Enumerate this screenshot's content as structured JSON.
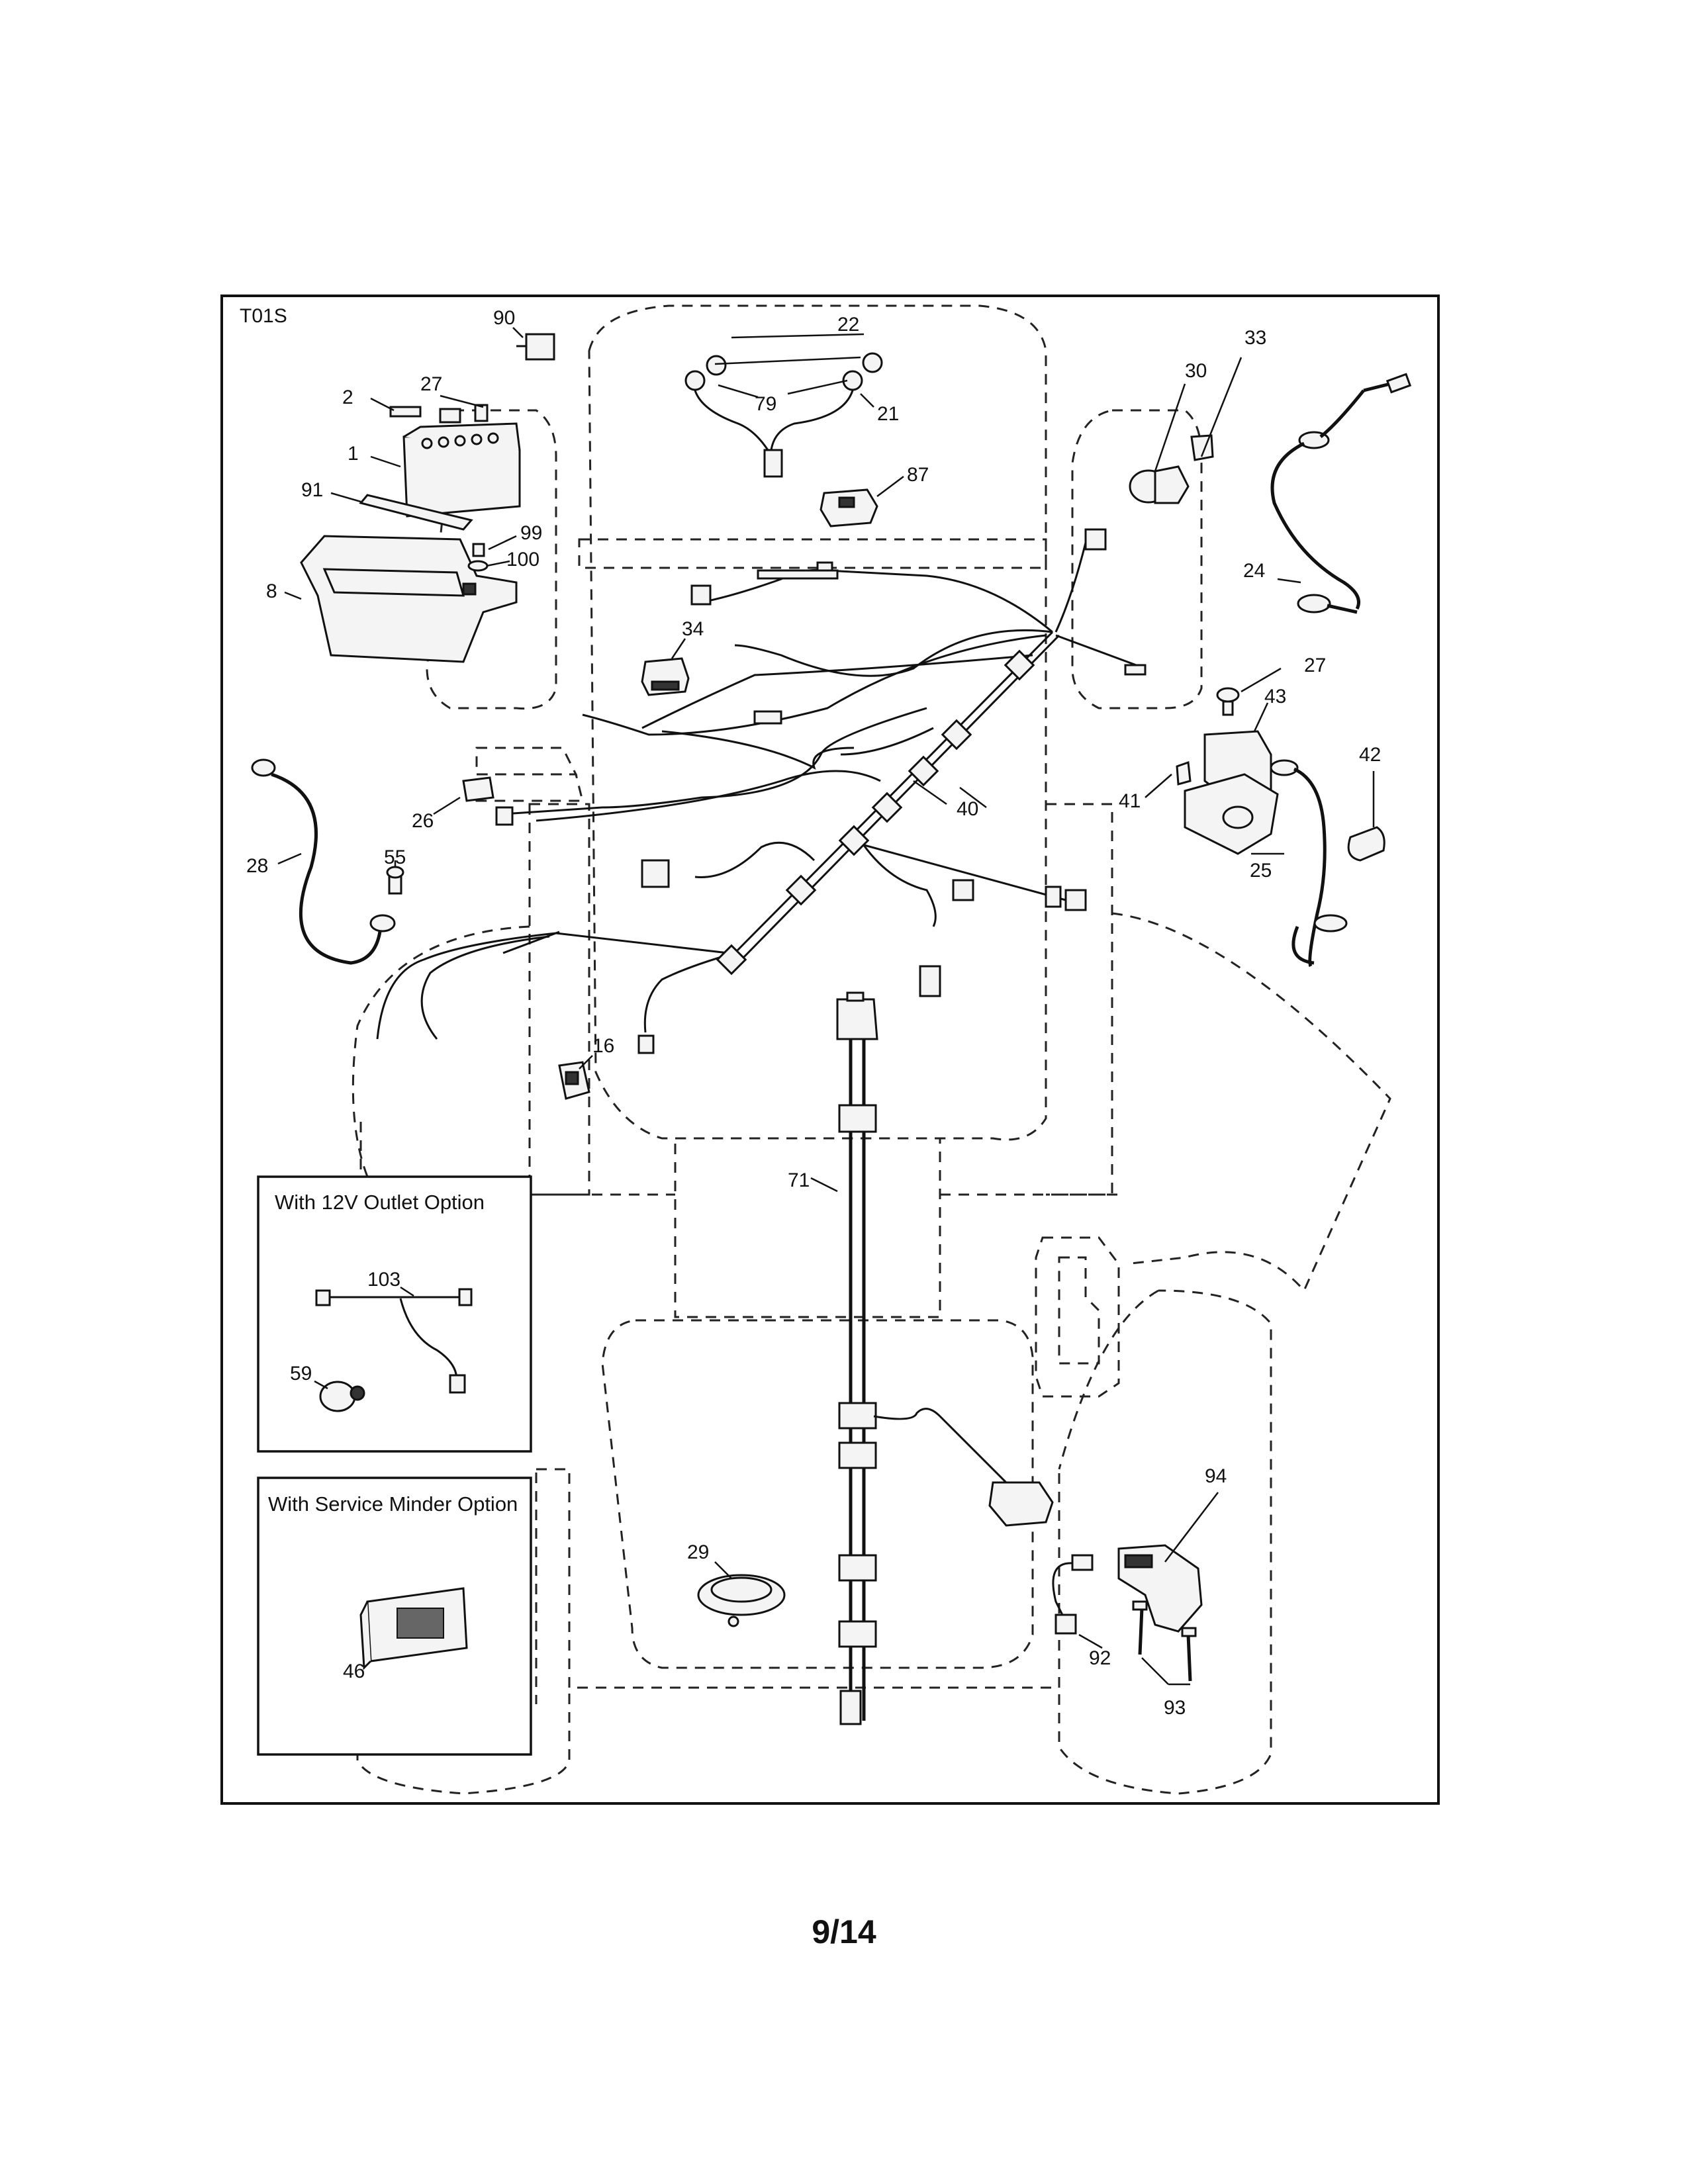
{
  "diagram_code": "T01S",
  "page_number": "9/14",
  "inset_boxes": {
    "outlet_option": {
      "title": "With 12V Outlet Option",
      "callouts": [
        "103",
        "59"
      ]
    },
    "service_minder": {
      "title": "With Service Minder Option",
      "callouts": [
        "46"
      ]
    }
  },
  "callouts": {
    "c90": "90",
    "c22": "22",
    "c79": "79",
    "c21": "21",
    "c87": "87",
    "c33": "33",
    "c30": "30",
    "c24": "24",
    "c27a": "27",
    "c2": "2",
    "c1": "1",
    "c91": "91",
    "c99": "99",
    "c100": "100",
    "c8": "8",
    "c34": "34",
    "c27b": "27",
    "c43": "43",
    "c42": "42",
    "c41": "41",
    "c25": "25",
    "c40": "40",
    "c26": "26",
    "c28": "28",
    "c55": "55",
    "c16": "16",
    "c71": "71",
    "c94": "94",
    "c29": "29",
    "c92": "92",
    "c93": "93"
  }
}
